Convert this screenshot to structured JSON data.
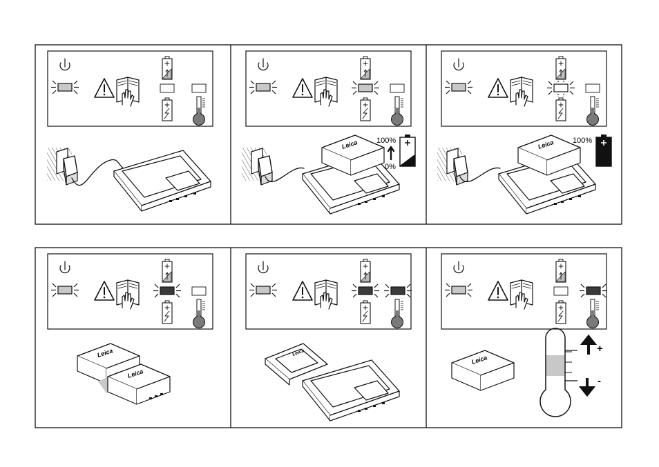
{
  "panels": [
    {
      "id": "ready",
      "power": "on",
      "charge": "off",
      "temp": "off",
      "scene": "charger-empty"
    },
    {
      "id": "charging",
      "power": "on",
      "charge": "on",
      "temp": "off",
      "scene": "charging",
      "labels": {
        "top": "100%",
        "bottom": "0%"
      }
    },
    {
      "id": "fully-charged",
      "power": "on",
      "charge": "flashing",
      "temp": "off",
      "scene": "charged",
      "labels": {
        "top": "100%"
      }
    },
    {
      "id": "battery-error",
      "power": "on",
      "charge": "dark",
      "temp": "off",
      "scene": "batteries"
    },
    {
      "id": "charger-error",
      "power": "on",
      "charge": "dark",
      "temp": "dark",
      "scene": "charger-adapter"
    },
    {
      "id": "temperature-error",
      "power": "on",
      "charge": "off",
      "temp": "dark",
      "scene": "thermometer",
      "labels": {
        "plus": "+",
        "minus": "-"
      }
    }
  ],
  "brand": "Leica",
  "colors": {
    "line": "#111111",
    "led_off": "#ffffff",
    "led_on": "#c8c8c8",
    "led_dark": "#3a3a3a",
    "thermo_bulb": "#7a7a7a"
  },
  "icons": [
    "power-icon",
    "warning-icon",
    "manual-icon",
    "battery-charge-icon",
    "battery-fault-icon",
    "thermometer-icon"
  ]
}
